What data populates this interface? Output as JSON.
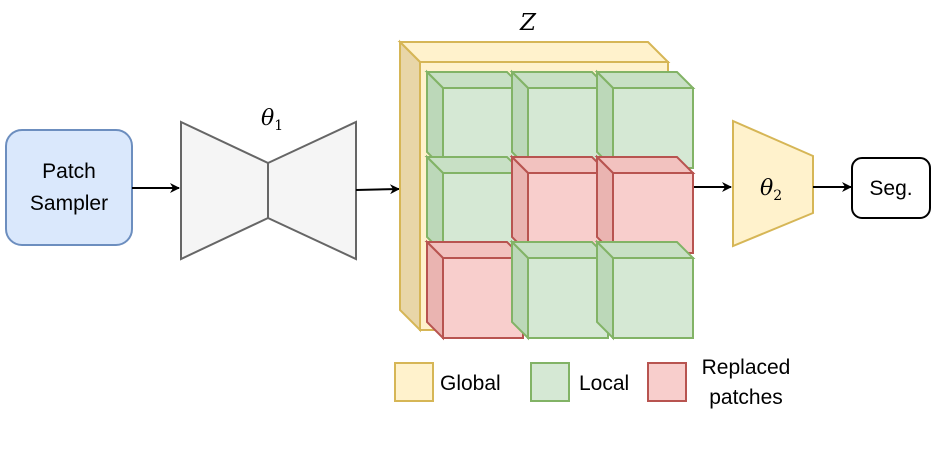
{
  "nodes": {
    "sampler": {
      "line1": "Patch",
      "line2": "Sampler"
    },
    "encoder_decoder": {
      "symbol": "θ",
      "subscript": "1"
    },
    "latent": {
      "symbol": "Z"
    },
    "head": {
      "symbol": "θ",
      "subscript": "2"
    },
    "output": {
      "label": "Seg."
    }
  },
  "grid": {
    "rows": [
      [
        "local",
        "local",
        "local"
      ],
      [
        "local",
        "replaced",
        "replaced"
      ],
      [
        "replaced",
        "local",
        "local"
      ]
    ]
  },
  "legend": {
    "global": "Global",
    "local": "Local",
    "replaced_line1": "Replaced",
    "replaced_line2": "patches"
  },
  "colors": {
    "sampler_fill": "#dae8fc",
    "sampler_stroke": "#6c8ebf",
    "global_fill": "#fff2cc",
    "global_stroke": "#d6b656",
    "local_fill": "#d5e8d4",
    "local_stroke": "#82b366",
    "replaced_fill": "#f8cecc",
    "replaced_stroke": "#b85450",
    "network_fill": "#f5f5f5",
    "network_stroke": "#666666"
  }
}
